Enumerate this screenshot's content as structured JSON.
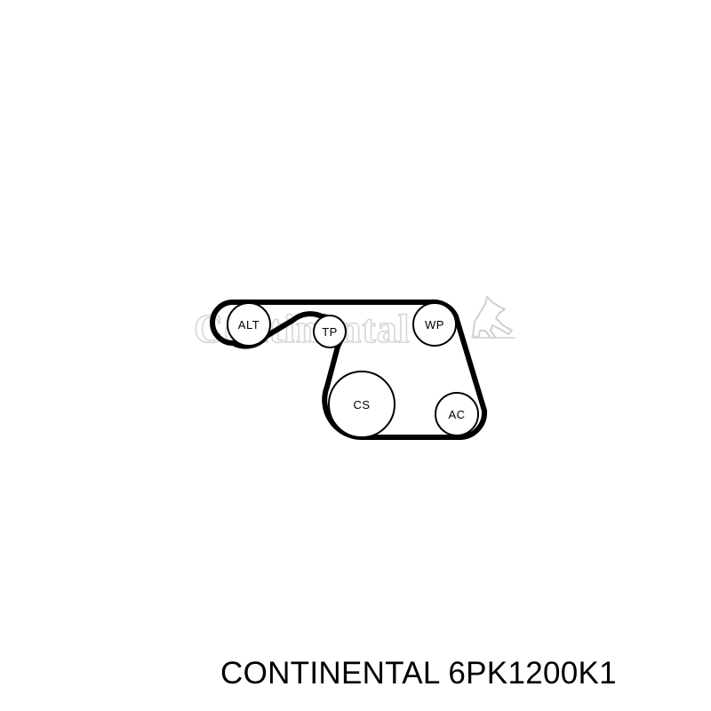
{
  "watermark": {
    "brand_text": "Continental",
    "logo_icon": "horse-logo-icon",
    "color": "#d0d0d0"
  },
  "diagram": {
    "belt_color": "#000000",
    "pulleys": [
      {
        "id": "alt",
        "label": "ALT"
      },
      {
        "id": "tp",
        "label": "TP"
      },
      {
        "id": "wp",
        "label": "WP"
      },
      {
        "id": "cs",
        "label": "CS"
      },
      {
        "id": "ac",
        "label": "AC"
      }
    ]
  },
  "caption": "CONTINENTAL 6PK1200K1"
}
